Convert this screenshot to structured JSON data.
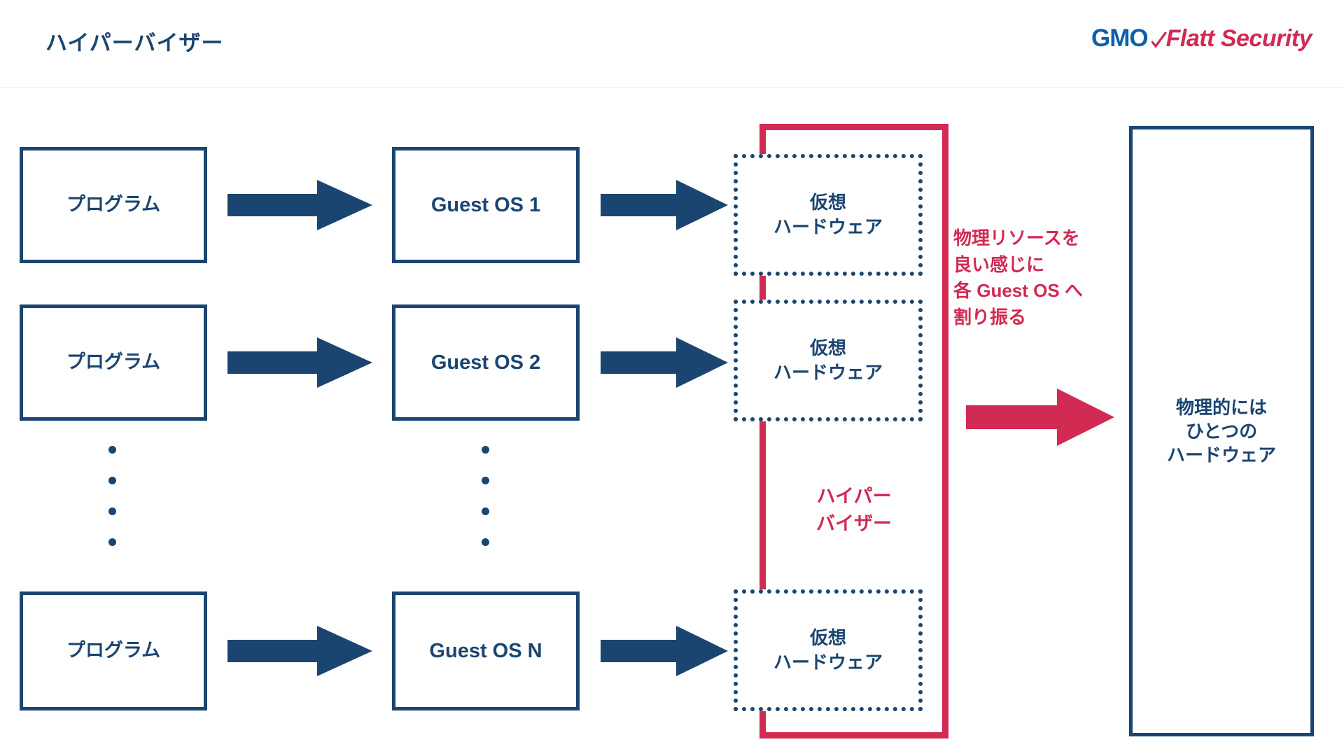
{
  "header": {
    "title": "ハイパーバイザー",
    "logo": {
      "gmo": "GMO",
      "check_icon": "check-icon",
      "brand": "Flatt Security",
      "gmo_color": "#0b5fad",
      "brand_color": "#d12a53"
    },
    "divider_color": "#ececec"
  },
  "theme": {
    "navy": "#1b4571",
    "crimson": "#d12a53",
    "background": "#ffffff"
  },
  "diagram": {
    "columns": {
      "programs_label": "program-column",
      "guest_os_label": "guest-os-column",
      "virtual_hardware_label": "virtual-hardware-column",
      "physical_hardware_label": "physical-hardware-column"
    },
    "rows": [
      {
        "program": "プログラム",
        "guest_os": "Guest OS 1",
        "virtual_hardware": "仮想\nハードウェア",
        "arrow_program_to_guest": "arrow-right-icon",
        "arrow_guest_to_vhw": "arrow-right-icon"
      },
      {
        "program": "プログラム",
        "guest_os": "Guest OS 2",
        "virtual_hardware": "仮想\nハードウェア",
        "arrow_program_to_guest": "arrow-right-icon",
        "arrow_guest_to_vhw": "arrow-right-icon"
      },
      {
        "program": "プログラム",
        "guest_os": "Guest OS N",
        "virtual_hardware": "仮想\nハードウェア",
        "arrow_program_to_guest": "arrow-right-icon",
        "arrow_guest_to_vhw": "arrow-right-icon"
      }
    ],
    "ellipsis": {
      "dot_count": 4,
      "icon": "vertical-ellipsis-icon"
    },
    "hypervisor": {
      "label": "ハイパー\nバイザー",
      "frame_color": "#d12a53"
    },
    "allocation_note": "物理リソースを\n良い感じに\n各 Guest OS へ\n割り振る",
    "allocation_arrow": "arrow-right-icon",
    "physical_hardware": "物理的には\nひとつの\nハードウェア"
  }
}
